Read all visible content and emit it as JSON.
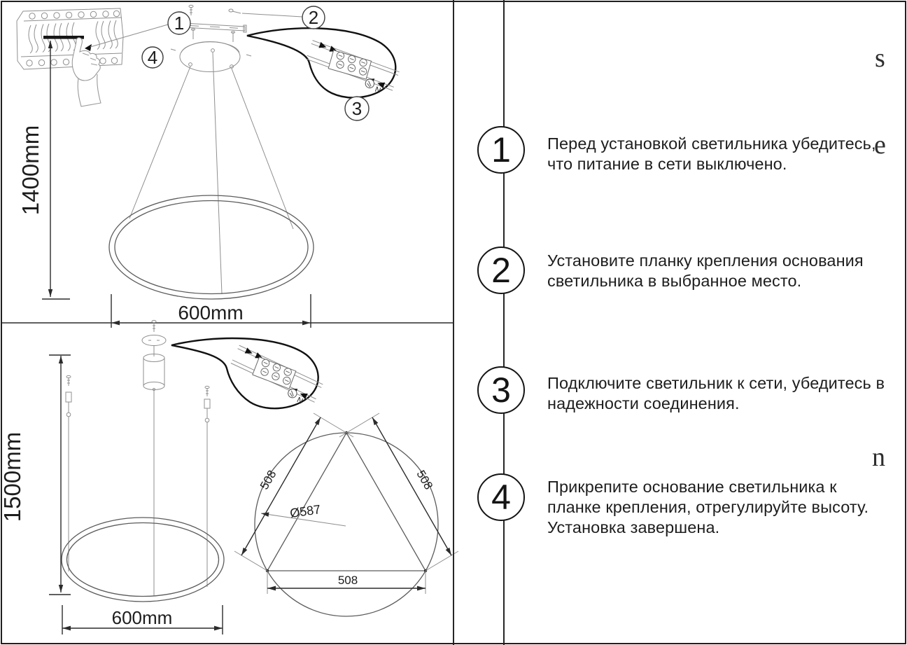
{
  "page": {
    "background": "#ffffff",
    "border_color": "#1f1f1f",
    "line_color": "#2b2b2b"
  },
  "steps": [
    {
      "number": "1",
      "lines": [
        "Перед установкой светильника убедитесь,",
        "что питание в сети выключено."
      ]
    },
    {
      "number": "2",
      "lines": [
        "Установите планку крепления основания",
        "светильника в выбранное место."
      ]
    },
    {
      "number": "3",
      "lines": [
        "Подключите светильник к сети, убедитесь в",
        "надежности соединения."
      ]
    },
    {
      "number": "4",
      "lines": [
        "Прикрепите основание светильника к",
        "планке крепления, отрегулируйте высоту.",
        "Установка завершена."
      ]
    }
  ],
  "stray_letters": {
    "top": "s",
    "middle": "e",
    "bottom": "n"
  },
  "top_diagram": {
    "callout_1": "1",
    "callout_2": "2",
    "callout_3": "3",
    "callout_4": "4",
    "height_dim": "1400mm",
    "width_dim": "600mm",
    "terminal_label": "N"
  },
  "bottom_diagram": {
    "height_dim": "1500mm",
    "width_dim": "600mm",
    "spacing_left": "508",
    "spacing_right": "508",
    "spacing_bottom": "508",
    "diameter": "Ø587"
  }
}
